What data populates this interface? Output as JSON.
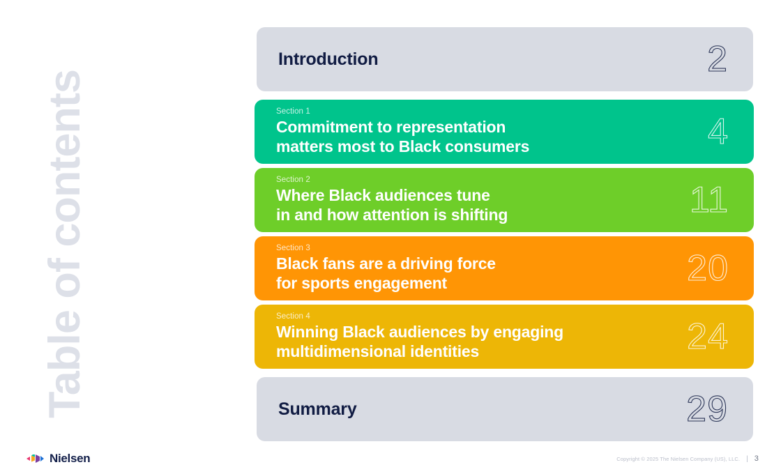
{
  "side_title": "Table of contents",
  "toc": {
    "rows": [
      {
        "kind": "plain",
        "section_label": "",
        "title": "Introduction",
        "title_line2": "",
        "page": "2",
        "color": "#d8dbe3"
      },
      {
        "kind": "section",
        "section_label": "Section 1",
        "title": "Commitment to representation",
        "title_line2": "matters most to Black consumers",
        "page": "4",
        "color": "#00c48c"
      },
      {
        "kind": "section",
        "section_label": "Section 2",
        "title": "Where Black audiences tune",
        "title_line2": "in and how attention is shifting",
        "page": "11",
        "color": "#6ece29"
      },
      {
        "kind": "section",
        "section_label": "Section 3",
        "title": "Black fans are a driving force",
        "title_line2": "for sports engagement",
        "page": "20",
        "color": "#ff9505"
      },
      {
        "kind": "section",
        "section_label": "Section 4",
        "title": "Winning Black audiences by engaging",
        "title_line2": "multidimensional identities",
        "page": "24",
        "color": "#edb606"
      },
      {
        "kind": "plain",
        "section_label": "",
        "title": "Summary",
        "title_line2": "",
        "page": "29",
        "color": "#d8dbe3"
      }
    ]
  },
  "footer": {
    "brand_name": "Nielsen",
    "copyright": "Copyright © 2025 The Nielsen Company (US), LLC.",
    "separator": "|",
    "page_number": "3"
  },
  "colors": {
    "navy": "#111c43",
    "grey_bar": "#d8dbe3",
    "teal": "#00c48c",
    "green": "#6ece29",
    "orange": "#ff9505",
    "amber": "#edb606",
    "side_title_grey": "#dde0e8"
  }
}
